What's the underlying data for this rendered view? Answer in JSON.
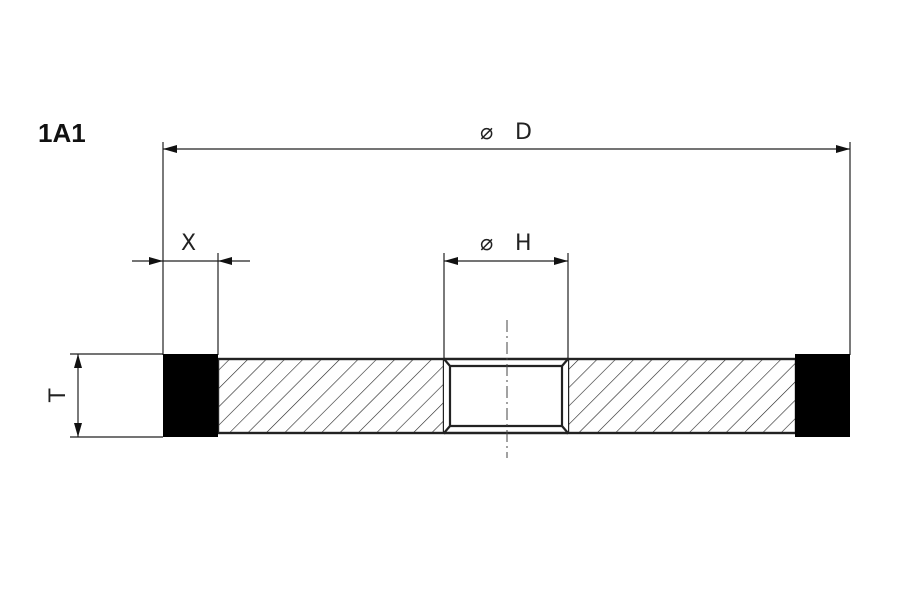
{
  "title": "1A1",
  "dimensions": {
    "outer_diameter": {
      "symbol": "⌀",
      "letter": "D"
    },
    "bore_diameter": {
      "symbol": "⌀",
      "letter": "H"
    },
    "rim_width": {
      "letter": "X"
    },
    "thickness": {
      "letter": "T"
    }
  },
  "colors": {
    "line": "#222222",
    "abrasive_rim": "#000000",
    "background": "#ffffff"
  }
}
